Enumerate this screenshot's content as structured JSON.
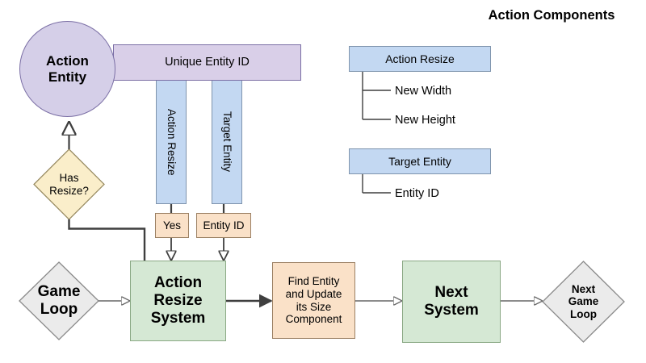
{
  "diagram": {
    "panel_title": "Action Components",
    "entity": {
      "name": "Action Entity",
      "unique_id_bar": "Unique Entity ID",
      "components": [
        {
          "label": "Action Resize",
          "value_label": "Yes"
        },
        {
          "label": "Target Entity",
          "value_label": "Entity ID"
        }
      ]
    },
    "decision": {
      "has_resize": "Has Resize?"
    },
    "flow": [
      {
        "id": "game-loop",
        "label": "Game Loop",
        "shape": "diamond",
        "color": "#ebebeb"
      },
      {
        "id": "action-resize-system",
        "label": "Action Resize System",
        "shape": "rect",
        "color": "#d5e8d4"
      },
      {
        "id": "find-entity",
        "label": "Find Entity and Update its Size Component",
        "shape": "rect",
        "color": "#fae1c8"
      },
      {
        "id": "next-system",
        "label": "Next System",
        "shape": "rect",
        "color": "#d5e8d4"
      },
      {
        "id": "next-game-loop",
        "label": "Next Game Loop",
        "shape": "diamond",
        "color": "#ebebeb"
      }
    ],
    "components_panel": [
      {
        "name": "Action Resize",
        "fields": [
          "New Width",
          "New Height"
        ]
      },
      {
        "name": "Target Entity",
        "fields": [
          "Entity ID"
        ]
      }
    ],
    "labels": {
      "action_entity_line1": "Action",
      "action_entity_line2": "Entity",
      "has_resize_line1": "Has",
      "has_resize_line2": "Resize?",
      "game_loop_line1": "Game",
      "game_loop_line2": "Loop",
      "ars_line1": "Action",
      "ars_line2": "Resize",
      "ars_line3": "System",
      "find_line1": "Find Entity",
      "find_line2": "and Update",
      "find_line3": "its Size",
      "find_line4": "Component",
      "next_system_line1": "Next",
      "next_system_line2": "System",
      "next_gl_line1": "Next",
      "next_gl_line2": "Game",
      "next_gl_line3": "Loop",
      "bar_action_resize": "Action Resize",
      "bar_target_entity": "Target Entity",
      "yes": "Yes",
      "entity_id": "Entity ID",
      "unique_entity_id": "Unique Entity ID",
      "comp_action_resize": "Action Resize",
      "comp_target_entity": "Target Entity",
      "new_width": "New Width",
      "new_height": "New Height",
      "leaf_entity_id": "Entity ID"
    },
    "colors": {
      "entity_purple": "#d5cfe8",
      "entity_purple_border": "#7b6fa5",
      "component_blue": "#c3d8f2",
      "component_blue_border": "#7f94ad",
      "value_orange": "#fae1c8",
      "value_orange_border": "#9b8063",
      "system_green": "#d5e8d4",
      "system_green_border": "#8aa884",
      "decision_yellow": "#faeeca",
      "decision_yellow_border": "#998c63",
      "loop_gray": "#ebebeb",
      "loop_gray_border": "#8a8a8a",
      "connector_dark": "#3f3f3f",
      "connector_gray": "#666666"
    }
  }
}
